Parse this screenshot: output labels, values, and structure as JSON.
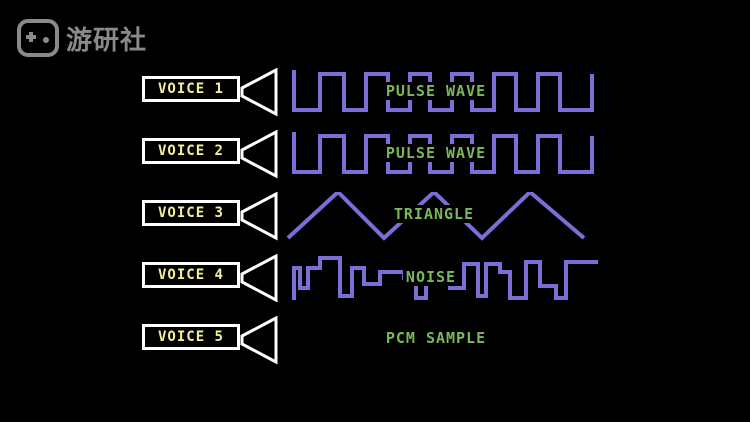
{
  "watermark": {
    "text": "游研社",
    "icon": "gamepad-icon",
    "color": "#8a8a8a"
  },
  "colors": {
    "background": "#000000",
    "box_border": "#ffffff",
    "voice_text": "#f4f098",
    "wave_line": "#7a6fd6",
    "wave_text": "#7ab85a"
  },
  "voices": [
    {
      "label": "VOICE 1",
      "wave": "PULSE WAVE",
      "wave_type": "pulse",
      "speaker_icon": "speaker-icon"
    },
    {
      "label": "VOICE 2",
      "wave": "PULSE WAVE",
      "wave_type": "pulse",
      "speaker_icon": "speaker-icon"
    },
    {
      "label": "VOICE 3",
      "wave": "TRIANGLE",
      "wave_type": "triangle",
      "speaker_icon": "speaker-icon"
    },
    {
      "label": "VOICE 4",
      "wave": "NOISE",
      "wave_type": "noise",
      "speaker_icon": "speaker-icon"
    },
    {
      "label": "VOICE 5",
      "wave": "PCM SAMPLE",
      "wave_type": "none",
      "speaker_icon": "speaker-icon"
    }
  ]
}
